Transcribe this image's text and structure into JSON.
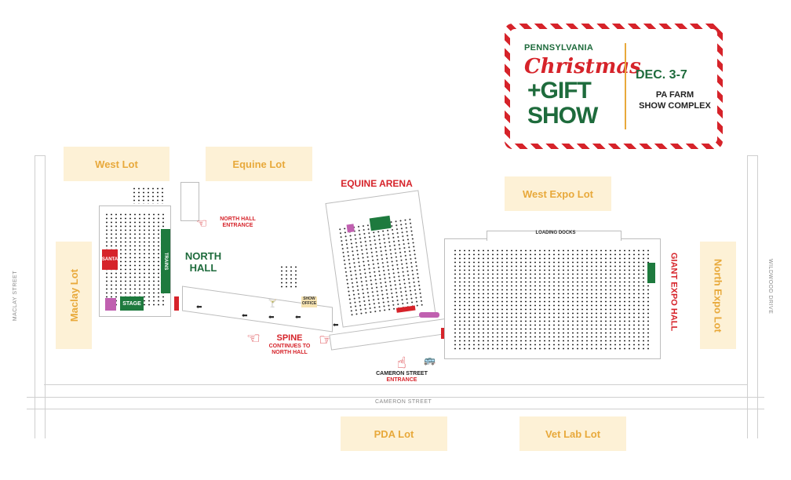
{
  "logo": {
    "state": "PENNSYLVANIA",
    "christmas": "Christmas",
    "gift": "+GIFT",
    "show": "SHOW",
    "dates": "DEC. 3-7",
    "venue_line1": "PA FARM",
    "venue_line2": "SHOW COMPLEX",
    "colors": {
      "red": "#d6232a",
      "green": "#1e6b3c",
      "gold": "#e8a93b"
    }
  },
  "lots": {
    "west": "West Lot",
    "equine": "Equine Lot",
    "west_expo": "West Expo Lot",
    "maclay": "Maclay Lot",
    "north_expo": "North Expo Lot",
    "pda": "PDA Lot",
    "vet_lab": "Vet Lab Lot"
  },
  "streets": {
    "maclay": "MACLAY STREET",
    "wildwood": "WILDWOOD DRIVE",
    "cameron": "CAMERON STREET"
  },
  "buildings": {
    "north_hall": "NORTH\nHALL",
    "equine_arena": "EQUINE ARENA",
    "giant_expo_hall": "GIANT EXPO HALL",
    "loading_docks": "LOADING DOCKS"
  },
  "features": {
    "santa": "SANTA",
    "stage": "STAGE",
    "trains": "TRAINS",
    "show_office": "SHOW OFFICE"
  },
  "entrances": {
    "north_hall_line1": "NORTH HALL",
    "north_hall_line2": "ENTRANCE",
    "spine_title": "SPINE",
    "spine_line2": "CONTINUES TO",
    "spine_line3": "NORTH HALL",
    "cameron_line1": "CAMERON STREET",
    "cameron_line2": "ENTRANCE"
  },
  "icons": [
    "pointing-hand-icon",
    "arrow-left-icon",
    "shuttle-bus-icon",
    "cocktail-icon"
  ]
}
